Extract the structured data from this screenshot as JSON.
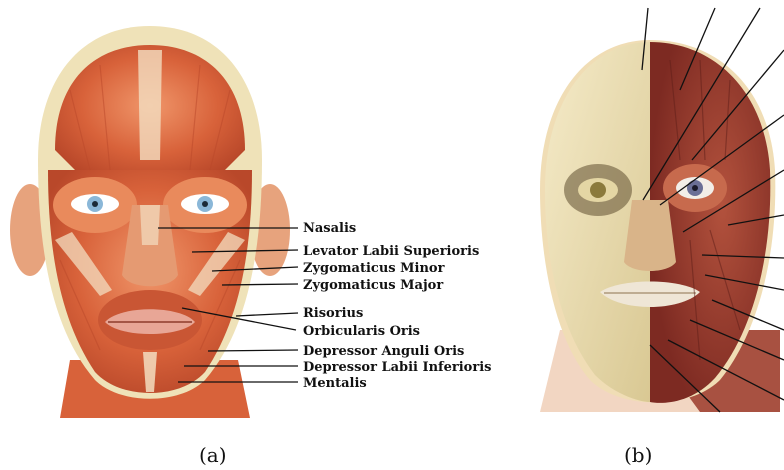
{
  "figure": {
    "panel_a": {
      "caption": "(a)",
      "labels": [
        "Nasalis",
        "Levator Labii Superioris",
        "Zygomaticus Minor",
        "Zygomaticus Major",
        "Risorius",
        "Orbicularis Oris",
        "Depressor Anguli Oris",
        "Depressor Labii Inferioris",
        "Mentalis"
      ]
    },
    "panel_b": {
      "caption": "(b)"
    }
  },
  "colors": {
    "muscle": "#d8623a",
    "muscle_light": "#e98a5c",
    "skull": "#efe2b8",
    "skin": "#f2c9a8",
    "eye": "#8ab7d8"
  }
}
